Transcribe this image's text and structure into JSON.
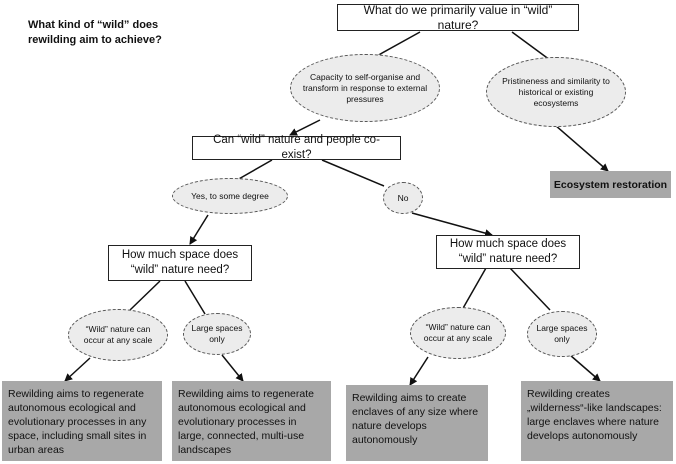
{
  "title_note": "What kind of “wild” does rewilding aim to achieve?",
  "questions": {
    "q1": "What do we primarily value in “wild” nature?",
    "q2": "Can “wild” nature and people co-exist?",
    "q3_left": "How much space does “wild” nature need?",
    "q3_right": "How much space does “wild” nature need?"
  },
  "options": {
    "self_organise": "Capacity to self-organise and transform in response to external pressures",
    "pristineness": "Pristineness and similarity to historical or existing ecosystems",
    "yes_some": "Yes, to some degree",
    "no": "No",
    "left_any_scale": "“Wild” nature can occur at any scale",
    "left_large": "Large spaces only",
    "right_any_scale": "“Wild” nature can occur at any scale",
    "right_large": "Large spaces only"
  },
  "outcomes": {
    "ecosystem_restoration": "Ecosystem restoration",
    "o1": "Rewilding aims to regenerate autonomous ecological and evolutionary processes in any space, including small sites in urban areas",
    "o2": "Rewilding aims to regenerate autonomous ecological and evolutionary processes in large, connected, multi-use landscapes",
    "o3": "Rewilding aims to create enclaves of any size where nature develops autonomously",
    "o4": "Rewilding creates „wilderness“-like landscapes: large enclaves where nature develops autonomously"
  },
  "colors": {
    "outcome_fill": "#a8a8a8",
    "option_fill": "#ececec",
    "line": "#111111"
  }
}
